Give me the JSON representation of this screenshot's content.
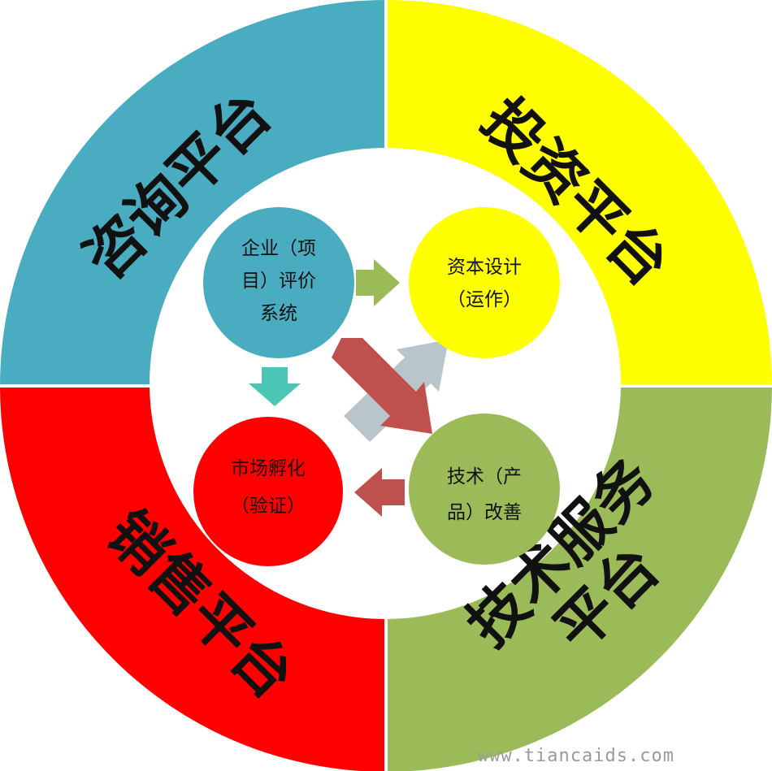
{
  "colors": {
    "consult": "#4aacc0",
    "invest": "#ffff00",
    "tech": "#9bbb59",
    "sales": "#ff0000",
    "inner_bg": "#ffffff",
    "arrow_green": "#9bbb59",
    "arrow_teal": "#4bc6b5",
    "arrow_gray": "#b8c6cc",
    "arrow_red": "#c0504d"
  },
  "sectors": {
    "consult": {
      "label": "咨询平台"
    },
    "invest": {
      "label": "投资平台"
    },
    "tech": {
      "line1": "技术服务",
      "line2": "平台"
    },
    "sales": {
      "label": "销售平台"
    }
  },
  "nodes": {
    "evaluation": {
      "lines": [
        "企业（项",
        "目）评价",
        "系统"
      ]
    },
    "capital": {
      "lines": [
        "资本设计",
        "（运作）"
      ]
    },
    "tech_improve": {
      "lines": [
        "技术（产",
        "品）改善"
      ]
    },
    "market": {
      "lines": [
        "市场孵化",
        "（验证）"
      ]
    }
  },
  "watermark": "www.tiancaids.com"
}
